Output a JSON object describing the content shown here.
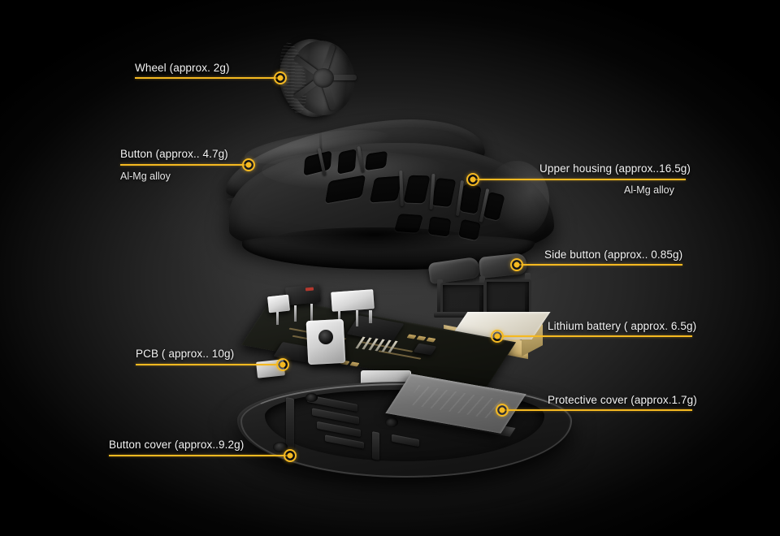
{
  "theme": {
    "accent_color": "#F5B921",
    "background_color": "#000000",
    "text_color": "#F2F2F2"
  },
  "diagram": {
    "title": "Exploded view of wireless mouse components",
    "subject": "computer mouse"
  },
  "callouts": [
    {
      "id": "wheel",
      "label": "Wheel (approx. 2g)",
      "sublabel": "",
      "side": "left",
      "part_name": "scroll-wheel"
    },
    {
      "id": "button",
      "label": "Button (approx.. 4.7g)",
      "sublabel": "Al-Mg alloy",
      "side": "left",
      "part_name": "button-plate"
    },
    {
      "id": "upper-housing",
      "label": "Upper housing (approx..16.5g)",
      "sublabel": "Al-Mg alloy",
      "side": "right",
      "part_name": "upper-housing"
    },
    {
      "id": "side-button",
      "label": "Side button (approx.. 0.85g)",
      "sublabel": "",
      "side": "right",
      "part_name": "side-button"
    },
    {
      "id": "lithium-battery",
      "label": "Lithium battery ( approx. 6.5g)",
      "sublabel": "",
      "side": "right",
      "part_name": "lithium-battery"
    },
    {
      "id": "pcb",
      "label": "PCB ( approx.. 10g)",
      "sublabel": "",
      "side": "left",
      "part_name": "pcb"
    },
    {
      "id": "protective-cover",
      "label": "Protective cover (approx.1.7g)",
      "sublabel": "",
      "side": "right",
      "part_name": "protective-cover"
    },
    {
      "id": "button-cover",
      "label": "Button cover (approx..9.2g)",
      "sublabel": "",
      "side": "left",
      "part_name": "bottom-shell"
    }
  ]
}
